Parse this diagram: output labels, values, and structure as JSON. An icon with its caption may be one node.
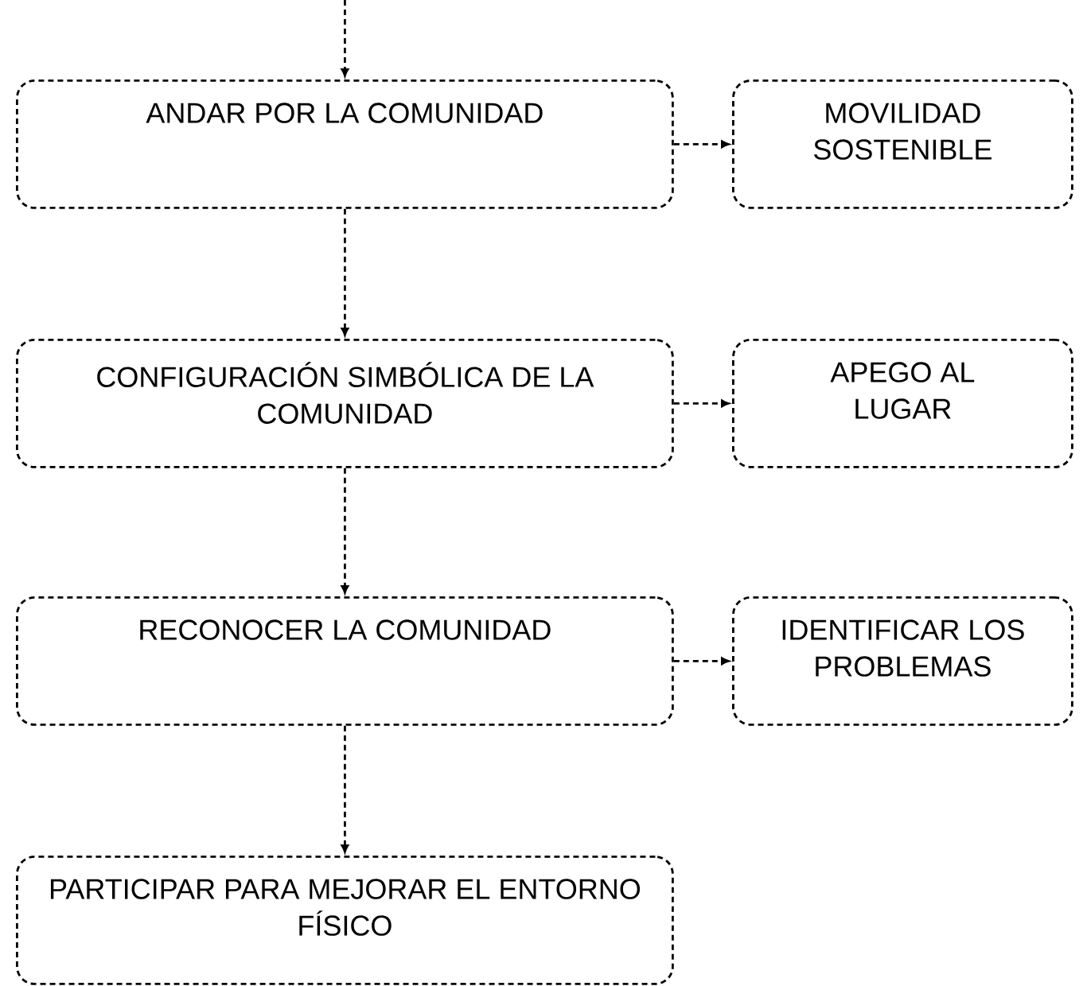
{
  "diagram": {
    "nodes": [
      {
        "text": [
          "ANDAR POR LA COMUNIDAD"
        ]
      },
      {
        "text": [
          "MOVILIDAD SOSTENIBLE"
        ]
      },
      {
        "text": [
          "CONFIGURACIÓN SIMBÓLICA DE LA COMUNIDAD"
        ]
      },
      {
        "text": [
          "APEGO AL LUGAR"
        ]
      },
      {
        "text": [
          "RECONOCER LA COMUNIDAD"
        ]
      },
      {
        "text": [
          "IDENTIFICAR LOS PROBLEMAS"
        ]
      },
      {
        "text": [
          "PARTICIPAR PARA MEJORAR EL ENTORNO FÍSICO"
        ]
      }
    ],
    "edges": [
      {
        "from": null,
        "to": 0,
        "arrow": "to"
      },
      {
        "from": 0,
        "to": 1,
        "arrow": "to"
      },
      {
        "from": 0,
        "to": 2,
        "arrow": "to"
      },
      {
        "from": 2,
        "to": 3,
        "arrow": "to"
      },
      {
        "from": 2,
        "to": 4,
        "arrow": "to"
      },
      {
        "from": 4,
        "to": 5,
        "arrow": "to"
      },
      {
        "from": 4,
        "to": 6,
        "arrow": "to"
      }
    ]
  }
}
